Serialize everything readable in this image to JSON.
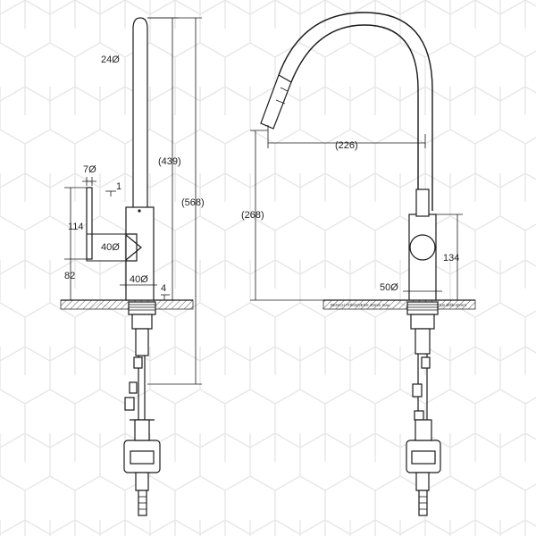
{
  "left_view": {
    "spout_diameter": "24Ø",
    "lever_diameter": "7Ø",
    "lever_offset": "1",
    "body_diameter_side": "40Ø",
    "body_diameter_base": "40Ø",
    "lever_height": "114",
    "body_height": "82",
    "base_thickness": "4",
    "spout_height": "(439)",
    "overall_height": "(568)"
  },
  "right_view": {
    "spout_reach": "(226)",
    "outlet_height": "(268)",
    "body_height": "134",
    "base_diameter": "50Ø",
    "bench_note": "BENCH THICKNESS 40mm max",
    "hole_note": "HOLE Ø35-40mm"
  },
  "colors": {
    "line": "#1a1a1a",
    "pattern": "#e6e6e6",
    "bench_hatch": "#555555"
  }
}
